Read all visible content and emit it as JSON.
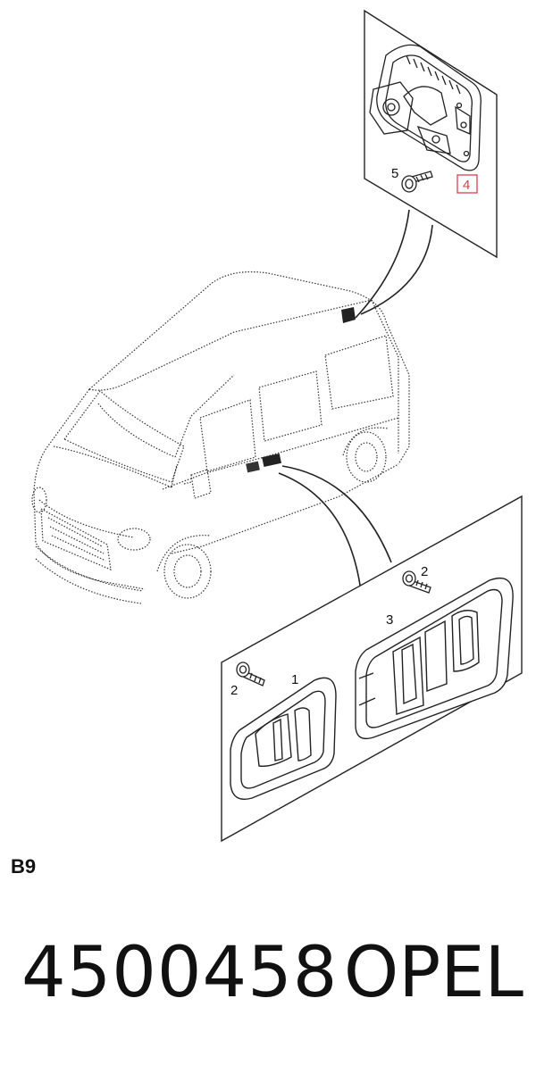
{
  "diagram": {
    "callouts": [
      "1",
      "2",
      "2",
      "3",
      "4",
      "5"
    ]
  },
  "section_code": "B9",
  "part_number": "4500458",
  "brand": "OPEL",
  "colors": {
    "callout_box": "#d9404f",
    "line": "#222222"
  }
}
